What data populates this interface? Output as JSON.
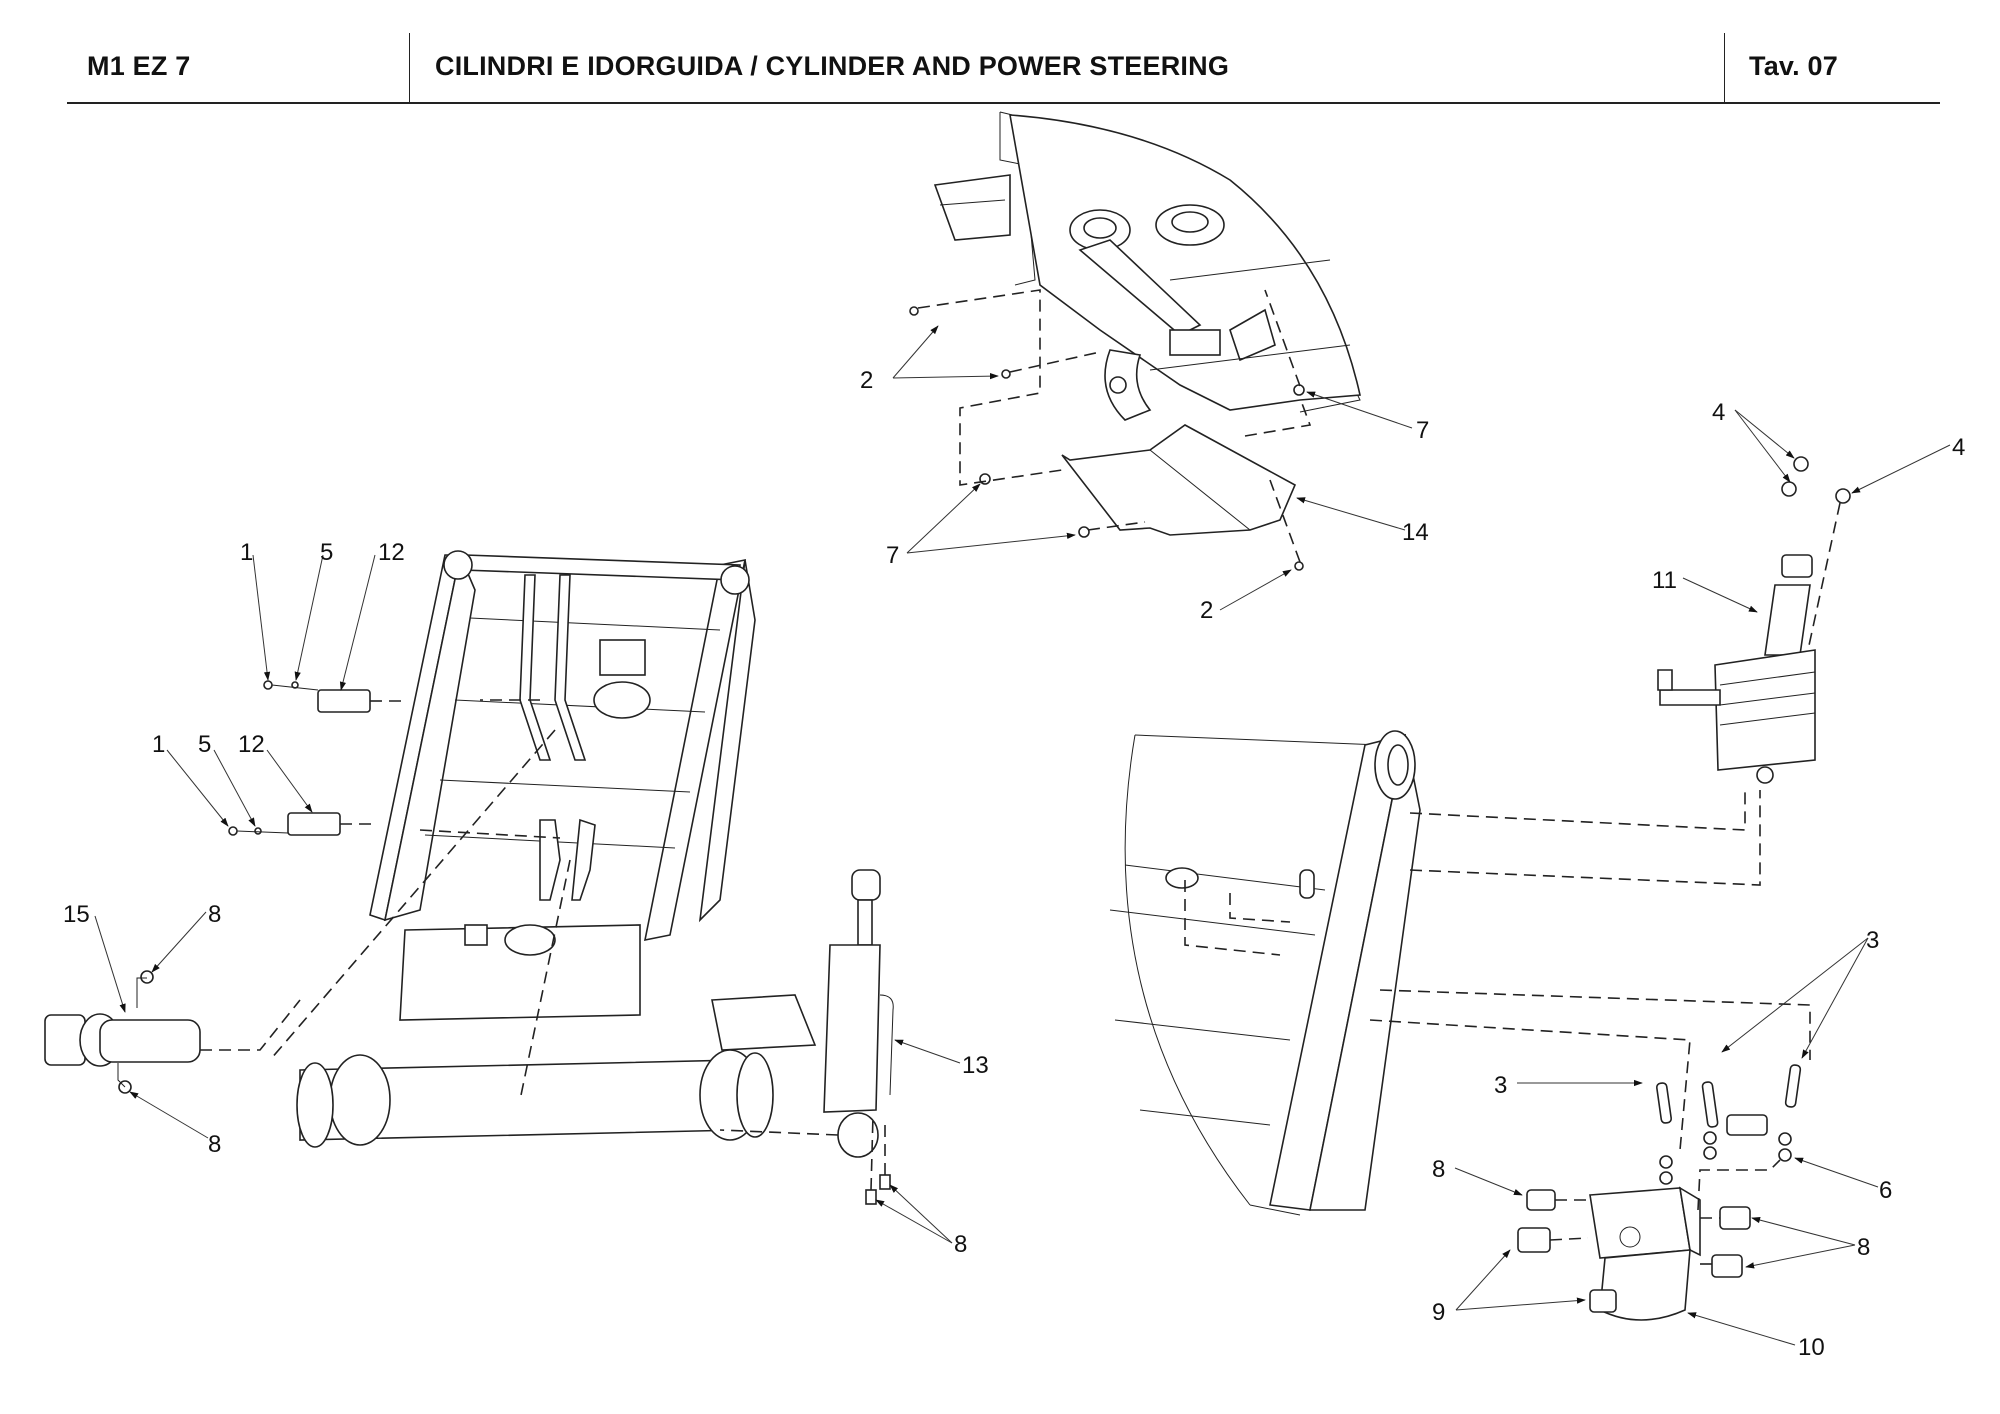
{
  "header": {
    "model": "M1 EZ 7",
    "title": "CILINDRI E IDORGUIDA / CYLINDER AND POWER STEERING",
    "table": "Tav.  07"
  },
  "callouts": {
    "guard": {
      "screws_upper": "2",
      "screw_lower": "2",
      "nut_right": "7",
      "nuts_left": "7",
      "guard_plate": "14"
    },
    "pins": {
      "upper": {
        "screw": "1",
        "washer": "5",
        "pin": "12"
      },
      "lower": {
        "screw": "1",
        "washer": "5",
        "pin": "12"
      }
    },
    "joint": {
      "part": "15",
      "fitting_top": "8",
      "fitting_bottom": "8"
    },
    "cylinder": {
      "cylinder": "13",
      "fittings": "8"
    },
    "steering": {
      "nuts_left": "4",
      "nut_right": "4",
      "column": "11",
      "studs_top": "3",
      "stud_left": "3",
      "washer": "6",
      "fittings_left": "8",
      "fittings_right": "8",
      "fittings_lower": "9",
      "steering_unit": "10"
    }
  }
}
